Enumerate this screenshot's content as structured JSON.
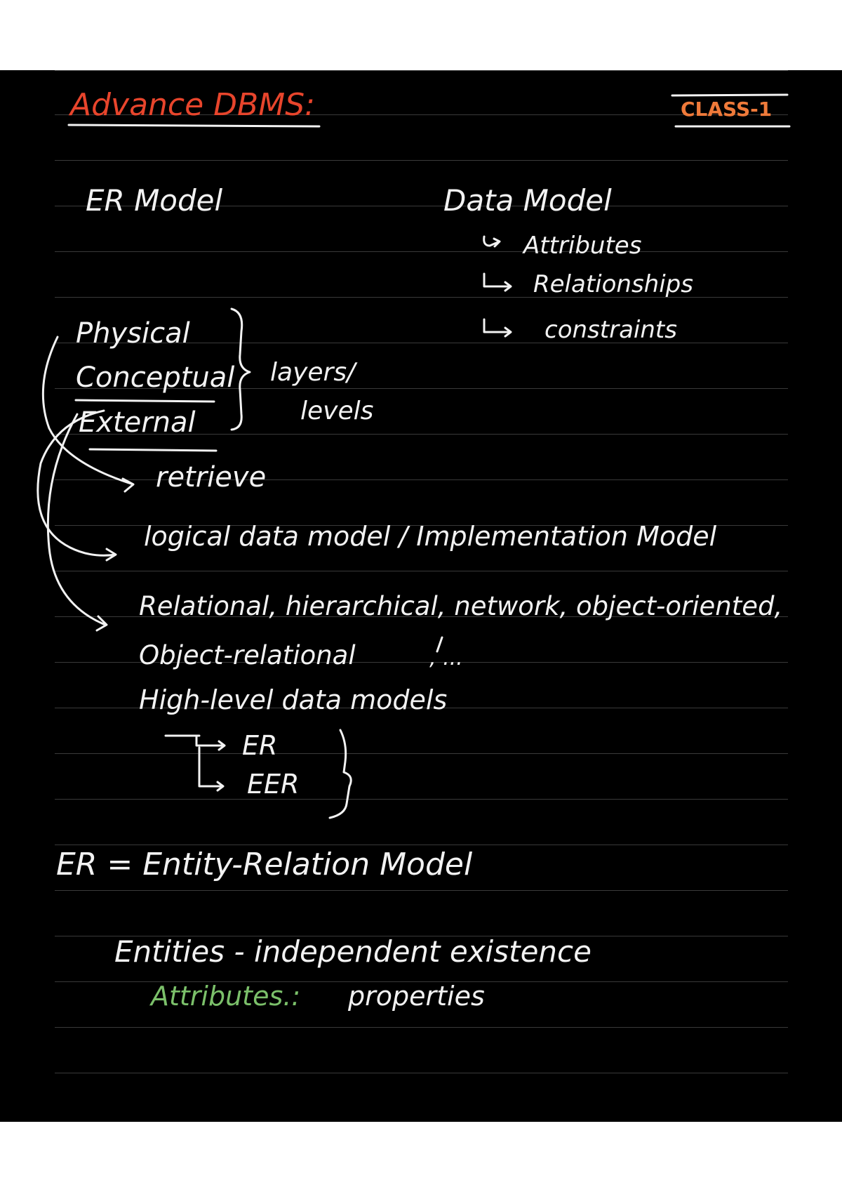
{
  "header": {
    "title": "Advance DBMS:",
    "class_label": "CLASS-1"
  },
  "er_model": {
    "label": "ER Model"
  },
  "data_model": {
    "label": "Data Model",
    "items": [
      "Attributes",
      "Relationships",
      "constraints"
    ]
  },
  "layers": {
    "items": [
      "Physical",
      "Conceptual",
      "External"
    ],
    "note_line1": "layers/",
    "note_line2": "levels"
  },
  "retrieve": "retrieve",
  "logical": "logical data model / Implementation Model",
  "models": {
    "line1": "Relational, hierarchical, network, object-oriented,",
    "line2": "Object-relational",
    "ellipsis": ", ...",
    "high_level": "High-level data models",
    "sub": [
      "ER",
      "EER"
    ]
  },
  "er_def": "ER = Entity-Relation Model",
  "entities": "Entities - independent existence",
  "attributes": {
    "label": "Attributes.:",
    "value": "properties"
  },
  "colors": {
    "title": "#e8452c",
    "class_label": "#ef7a3a",
    "attributes": "#7bc06a",
    "ink": "#f2f2f2",
    "background": "#000000"
  }
}
